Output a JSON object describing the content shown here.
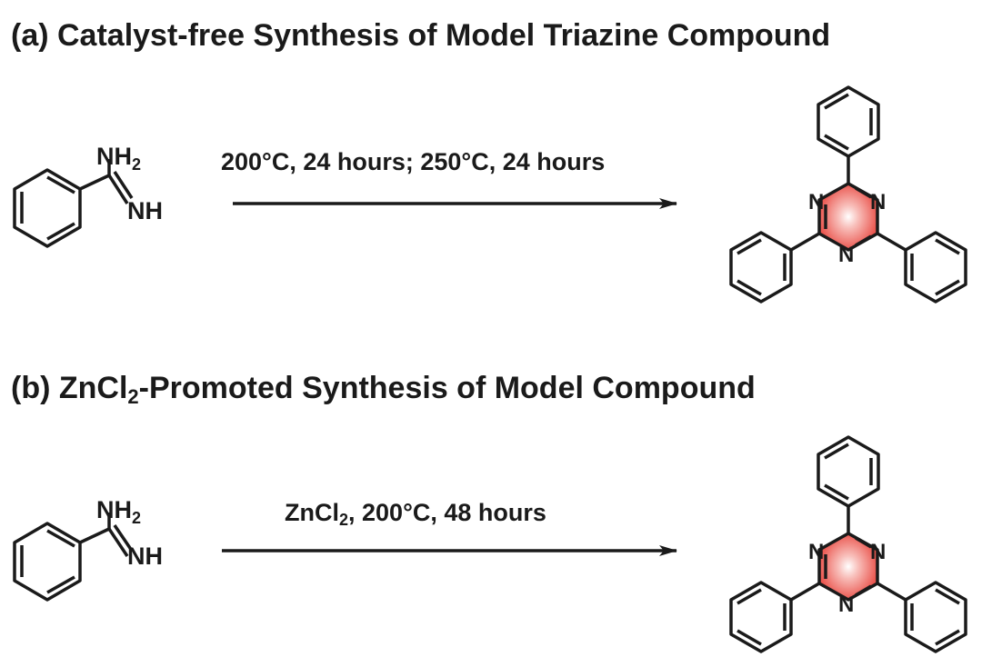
{
  "panel_a": {
    "title": "(a) Catalyst-free Synthesis of Model Triazine Compound",
    "condition": "200°C, 24 hours; 250°C, 24 hours",
    "reactant": {
      "nh2_label": "NH",
      "nh2_sub": "2",
      "nh_label": "NH"
    },
    "product": {
      "n_label": "N"
    }
  },
  "panel_b": {
    "title_prefix": "(b) ZnCl",
    "title_sub": "2",
    "title_suffix": "-Promoted Synthesis of Model Compound",
    "condition_prefix": "ZnCl",
    "condition_sub": "2",
    "condition_suffix": ", 200°C, 48 hours",
    "reactant": {
      "nh2_label": "NH",
      "nh2_sub": "2",
      "nh_label": "NH"
    },
    "product": {
      "n_label": "N"
    }
  },
  "colors": {
    "ink": "#1a1a1a",
    "triazine_highlight": "#e8443c"
  }
}
